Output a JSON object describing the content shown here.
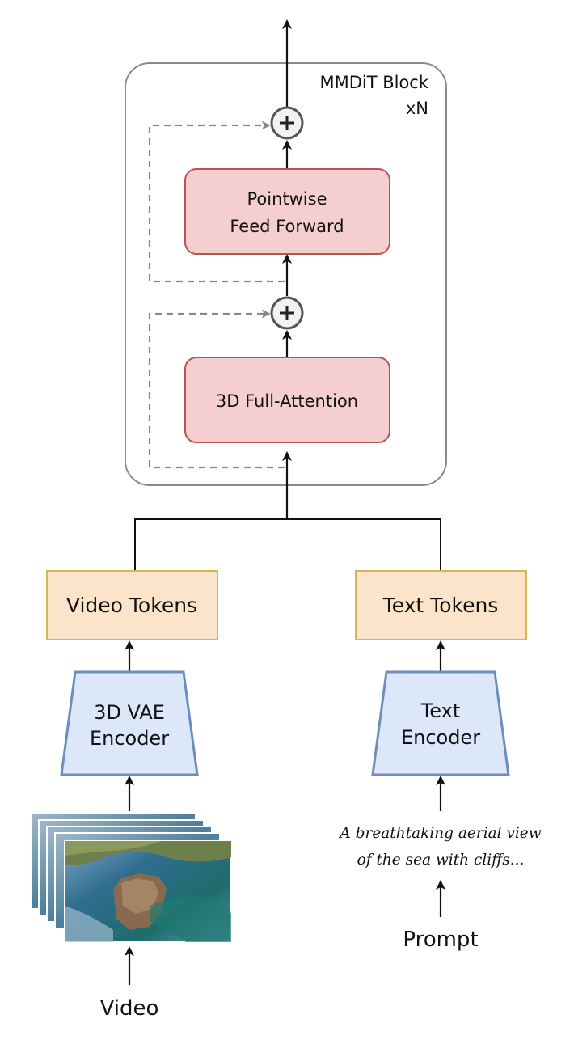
{
  "block": {
    "title": "MMDiT Block",
    "repeat": "xN"
  },
  "layers": {
    "feed_forward": [
      "Pointwise",
      "Feed Forward"
    ],
    "attention": "3D Full-Attention"
  },
  "tokens": {
    "video": "Video Tokens",
    "text": "Text Tokens"
  },
  "encoders": {
    "video": [
      "3D VAE",
      "Encoder"
    ],
    "text": [
      "Text",
      "Encoder"
    ]
  },
  "prompt": {
    "text": [
      "A breathtaking aerial view",
      "of the sea with cliffs..."
    ],
    "label": "Prompt"
  },
  "inputs": {
    "video_label": "Video"
  },
  "colors": {
    "layer_fill": "#f5cfcf",
    "layer_stroke": "#b85450",
    "token_fill": "#fbe4ca",
    "token_stroke": "#d6b656",
    "encoder_fill": "#dce8fa",
    "encoder_stroke": "#6c8ebf",
    "dashed": "#888888"
  }
}
